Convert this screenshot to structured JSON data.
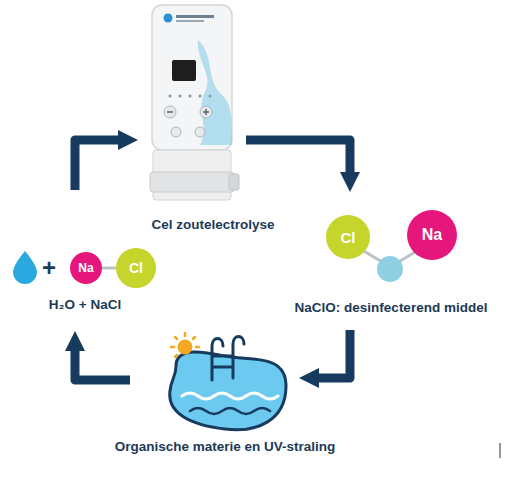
{
  "diagram": {
    "nodes": [
      {
        "text": [
          "Cel zoutelectrolyse"
        ]
      },
      {
        "text": [
          "NaClO: desinfecterend middel"
        ]
      },
      {
        "text": [
          "Cl"
        ],
        "in": 1
      },
      {
        "text": [
          "Na"
        ],
        "in": 1
      },
      {
        "text": [
          "Organische materie en UV-straling"
        ]
      },
      {
        "text": [
          "H₂O + NaCl"
        ]
      },
      {
        "text": [
          "Na"
        ],
        "in": 5
      },
      {
        "text": [
          "Cl"
        ],
        "in": 5
      }
    ],
    "edges": [
      {
        "from": 0,
        "to": 1,
        "arrow": "to"
      },
      {
        "from": 1,
        "to": 4,
        "arrow": "to"
      },
      {
        "from": 4,
        "to": 5,
        "arrow": "to"
      },
      {
        "from": 5,
        "to": 0,
        "arrow": "to"
      }
    ],
    "labels": [
      "+"
    ]
  }
}
